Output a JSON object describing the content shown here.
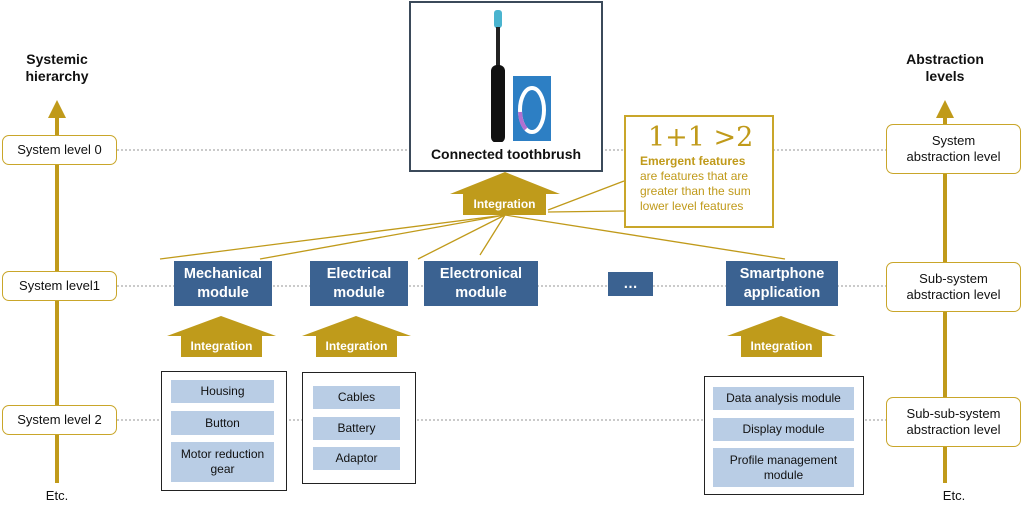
{
  "colors": {
    "gold": "#bf9b1b",
    "module_blue": "#3b6291",
    "component_blue": "#b9cde5",
    "frame": "#3b4a5a"
  },
  "left_axis": {
    "title_line1": "Systemic",
    "title_line2": "hierarchy",
    "levels": [
      "System level 0",
      "System level1",
      "System level 2"
    ],
    "etc": "Etc."
  },
  "right_axis": {
    "title_line1": "Abstraction",
    "title_line2": "levels",
    "levels": [
      [
        "System",
        "abstraction level"
      ],
      [
        "Sub-system",
        "abstraction level"
      ],
      [
        "Sub-sub-system",
        "abstraction level"
      ]
    ],
    "etc": "Etc."
  },
  "top": {
    "caption": "Connected toothbrush",
    "integration": "Integration"
  },
  "emergent": {
    "formula": "1+1 >2",
    "heading": "Emergent features",
    "body": "are features that are greater than the sum lower level features"
  },
  "modules": [
    [
      "Mechanical",
      "module"
    ],
    [
      "Electrical",
      "module"
    ],
    [
      "Electronical",
      "module"
    ],
    [
      "…",
      ""
    ],
    [
      "Smartphone",
      "application"
    ]
  ],
  "lower_integration": [
    "Integration",
    "Integration",
    "Integration"
  ],
  "components": {
    "mechanical": [
      "Housing",
      "Button",
      "Motor reduction gear"
    ],
    "electrical": [
      "Cables",
      "Battery",
      "Adaptor"
    ],
    "smartphone": [
      "Data analysis module",
      "Display module",
      "Profile management module"
    ]
  }
}
